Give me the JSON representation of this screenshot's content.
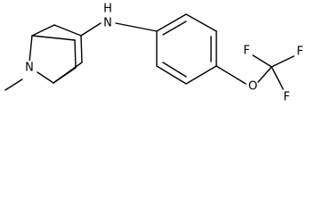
{
  "molecule": {
    "atoms": {
      "amine_nitrogen": "N",
      "bridge_nitrogen": "N",
      "amine_hydrogen": "H",
      "ether_oxygen": "O",
      "fluorine_1": "F",
      "fluorine_2": "F",
      "fluorine_3": "F"
    },
    "colors": {
      "bond": "#000000",
      "label": "#000000",
      "background": "#ffffff"
    }
  }
}
